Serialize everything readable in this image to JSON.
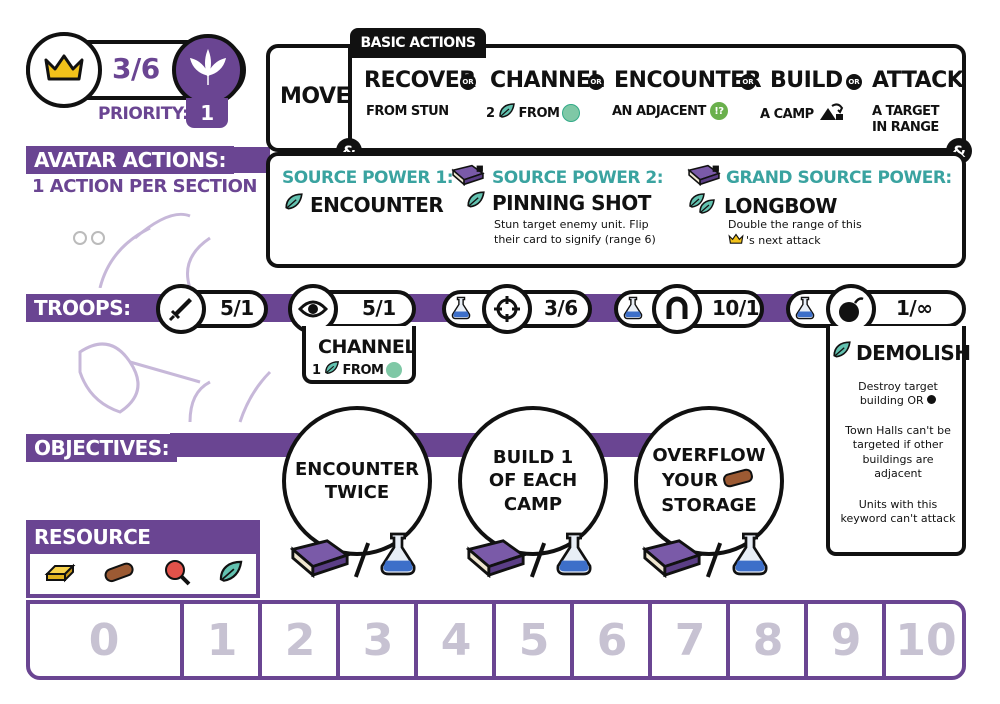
{
  "header": {
    "rank": "3/6",
    "priority_label": "PRIORITY:",
    "priority_value": "1"
  },
  "basic_actions": {
    "tab_label": "BASIC ACTIONS",
    "move": "MOVE",
    "or": "OR",
    "actions": [
      {
        "title": "RECOVER",
        "sub": "FROM STUN"
      },
      {
        "title": "CHANNEL",
        "sub_pre": "2",
        "sub_post": "FROM"
      },
      {
        "title": "ENCOUNTER",
        "sub": "AN ADJACENT"
      },
      {
        "title": "BUILD",
        "sub": "A CAMP"
      },
      {
        "title": "ATTACK",
        "sub": "A TARGET IN RANGE"
      }
    ],
    "amp": "&"
  },
  "avatar_actions": {
    "title": "AVATAR ACTIONS:",
    "subtitle": "1 ACTION PER SECTION"
  },
  "source_powers": [
    {
      "heading": "SOURCE POWER 1:",
      "name": "ENCOUNTER",
      "desc": ""
    },
    {
      "heading": "SOURCE POWER 2:",
      "name": "PINNING SHOT",
      "desc": "Stun target enemy unit. Flip their card to signify (range 6)"
    },
    {
      "heading": "GRAND SOURCE POWER:",
      "name": "LONGBOW",
      "desc_pre": "Double the range of this",
      "desc_post": "'s next attack"
    }
  ],
  "troops": {
    "title": "TROOPS:",
    "units": [
      {
        "icon": "sword-icon",
        "stats": "5/1"
      },
      {
        "icon": "eye-icon",
        "stats": "5/1"
      },
      {
        "icon": "crosshair-icon",
        "stats": "3/6"
      },
      {
        "icon": "horseshoe-icon",
        "stats": "10/1"
      },
      {
        "icon": "bomb-icon",
        "stats": "1/∞"
      }
    ],
    "channel_box": {
      "title": "CHANNEL",
      "pre": "1",
      "post": "FROM"
    },
    "demolish": {
      "title": "DEMOLISH",
      "line1_pre": "Destroy target building OR",
      "line2": "Town Halls can't be targeted if other buildings are adjacent",
      "line3": "Units with this keyword can't attack"
    }
  },
  "objectives": {
    "title": "OBJECTIVES:",
    "items": [
      "ENCOUNTER TWICE",
      "BUILD 1 OF EACH CAMP",
      "OVERFLOW YOUR STORAGE"
    ],
    "overflow_lines": [
      "OVERFLOW",
      "YOUR",
      "STORAGE"
    ]
  },
  "resource_tracker": {
    "title": "RESOURCE TRACKER:",
    "resources": [
      "gold-icon",
      "wood-icon",
      "meat-icon",
      "leaf-icon"
    ],
    "cells": [
      "0",
      "1",
      "2",
      "3",
      "4",
      "5",
      "6",
      "7",
      "8",
      "9",
      "10"
    ]
  },
  "colors": {
    "purple": "#6a4592",
    "teal": "#3aa3a0",
    "gold": "#f2c21a",
    "track_number": "#c7c2d2"
  }
}
